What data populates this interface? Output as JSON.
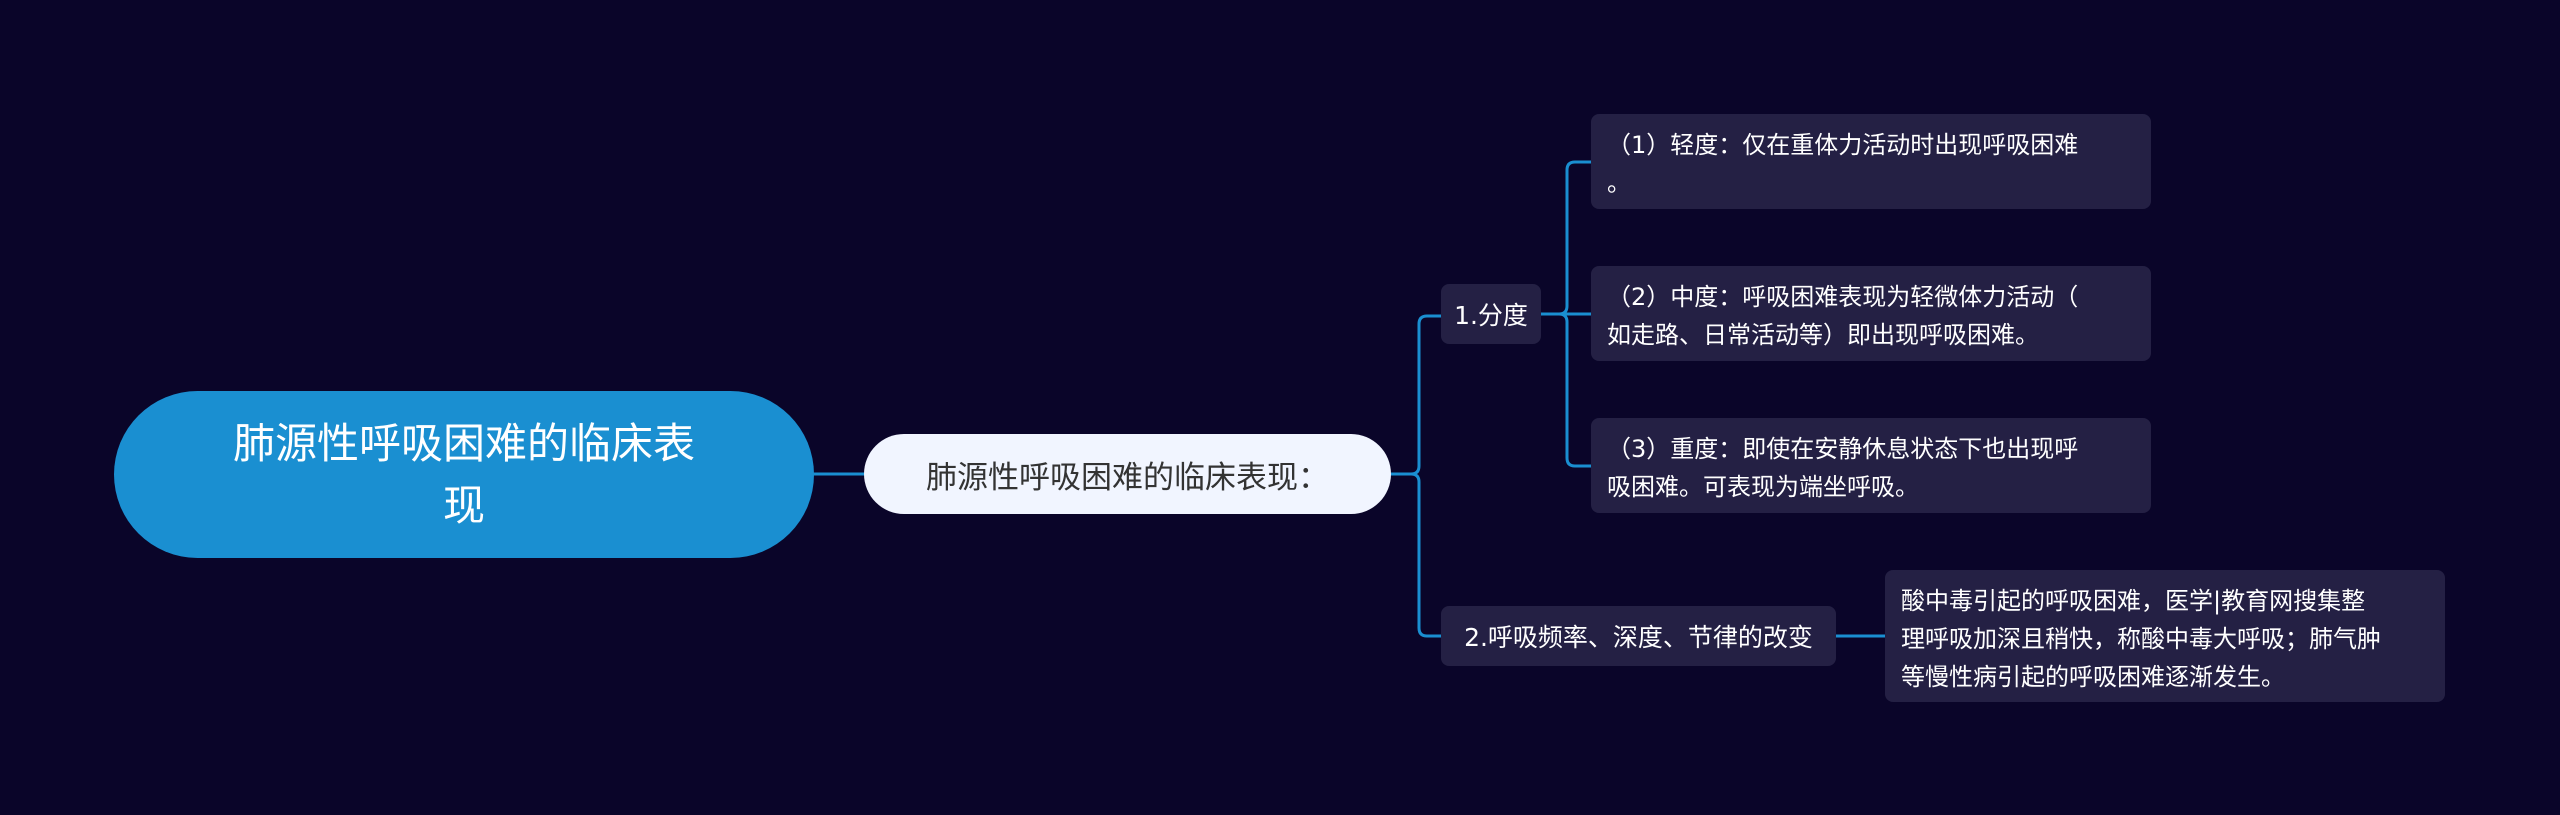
{
  "mindmap": {
    "root": {
      "label": "肺源性呼吸困难的临床表现"
    },
    "topic": {
      "label": "肺源性呼吸困难的临床表现："
    },
    "branches": [
      {
        "label": "1.分度",
        "children": [
          {
            "lines": [
              "（1）轻度：仅在重体力活动时出现呼吸困难",
              "。"
            ]
          },
          {
            "lines": [
              "（2）中度：呼吸困难表现为轻微体力活动（",
              "如走路、日常活动等）即出现呼吸困难。"
            ]
          },
          {
            "lines": [
              "（3）重度：即使在安静休息状态下也出现呼",
              "吸困难。可表现为端坐呼吸。"
            ]
          }
        ]
      },
      {
        "label": "2.呼吸频率、深度、节律的改变",
        "children": [
          {
            "lines": [
              "酸中毒引起的呼吸困难，医学|教育网搜集整",
              "理呼吸加深且稍快，称酸中毒大呼吸；肺气肿",
              "等慢性病引起的呼吸困难逐渐发生。"
            ]
          }
        ]
      }
    ]
  },
  "colors": {
    "background": "#0a0529",
    "root_fill": "#1a8fd1",
    "topic_fill": "#f1f5ff",
    "node_fill": "#242044",
    "connector": "#1a8fd1"
  }
}
